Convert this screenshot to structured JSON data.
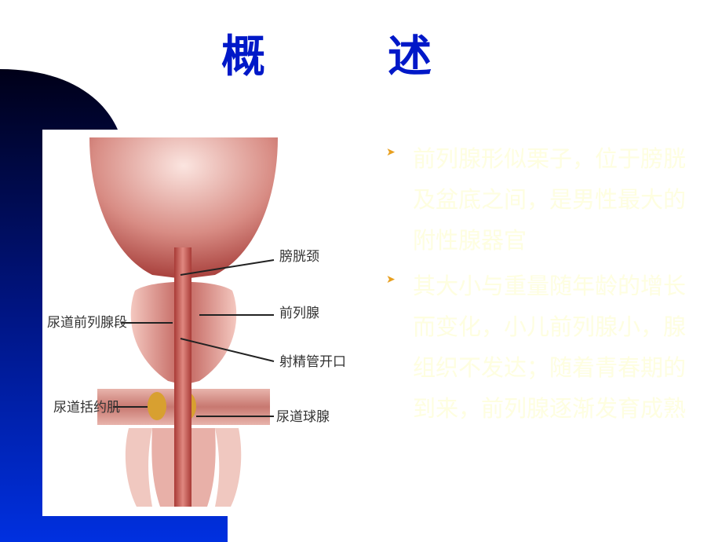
{
  "slide": {
    "title_part1": "概",
    "title_part2": "述",
    "colors": {
      "title": "#0018c8",
      "background_gradient_top": "#000020",
      "background_gradient_bottom": "#0028d8",
      "bullet_text": "#fefee0",
      "bullet_marker": "#e8a020"
    },
    "bullet_icon": "arrowhead-bullet",
    "bullets": [
      {
        "text": "前列腺形似栗子，位于膀胱及盆底之间，是男性最大的附性腺器官"
      },
      {
        "text": "其大小与重量随年龄的增长而变化，小儿前列腺小，腺组织不发达；随着青春期的到来，前列腺逐渐发育成熟"
      }
    ]
  },
  "figure": {
    "labels": {
      "bladder_neck": "膀胱颈",
      "prostate": "前列腺",
      "ejaculatory_duct_opening": "射精管开口",
      "prostatic_urethra": "尿道前列腺段",
      "urethral_sphincter": "尿道括约肌",
      "bulbourethral_gland": "尿道球腺"
    }
  }
}
